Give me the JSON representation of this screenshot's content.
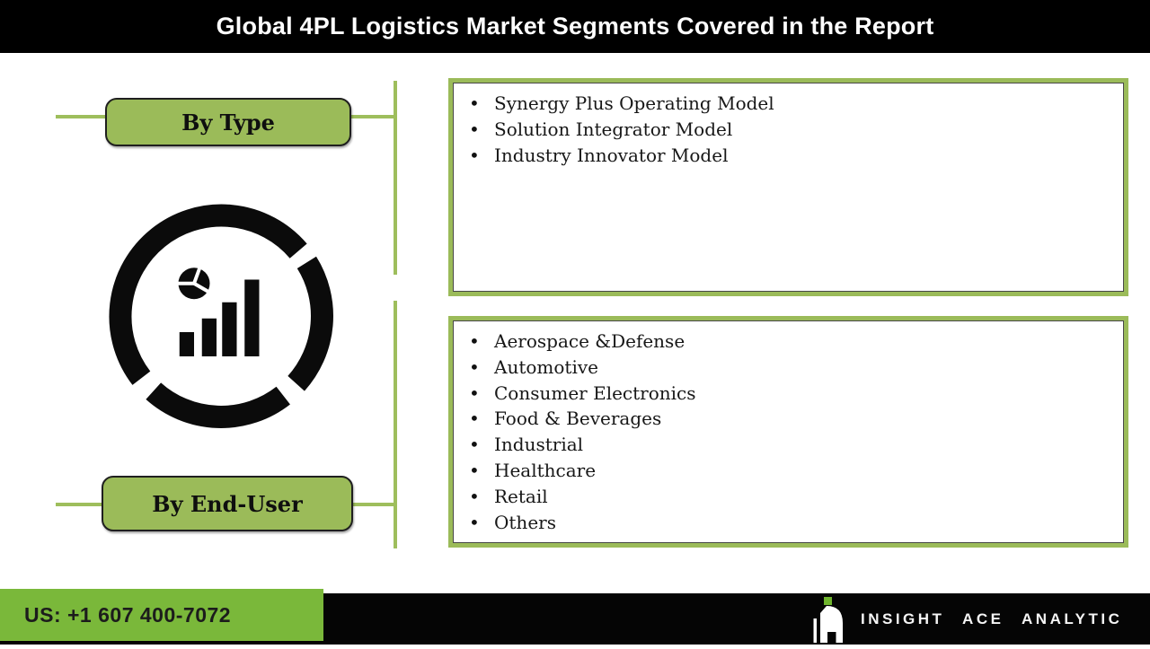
{
  "header": {
    "title": "Global 4PL Logistics Market Segments Covered in the Report"
  },
  "diagram": {
    "type_button_label": "By Type",
    "enduser_button_label": "By End-User",
    "center_icon": "market-analysis-chart-icon"
  },
  "type_box": {
    "items": [
      "Synergy Plus Operating Model",
      "Solution Integrator Model",
      "Industry Innovator Model"
    ]
  },
  "enduser_box": {
    "items": [
      "Aerospace &Defense",
      "Automotive",
      "Consumer Electronics",
      "Food & Beverages",
      "Industrial",
      "Healthcare",
      "Retail",
      "Others"
    ]
  },
  "footer": {
    "phone": "US: +1 607 400-7072",
    "brand": "INSIGHT ACE ANALYTIC"
  },
  "colors": {
    "header_bg": "#000000",
    "olive_green": "#9bbb59",
    "connector_green": "#9ebe5c",
    "footer_green": "#7ab83a",
    "logo_green": "#6fb52d",
    "icon_black": "#0b0b0b"
  }
}
